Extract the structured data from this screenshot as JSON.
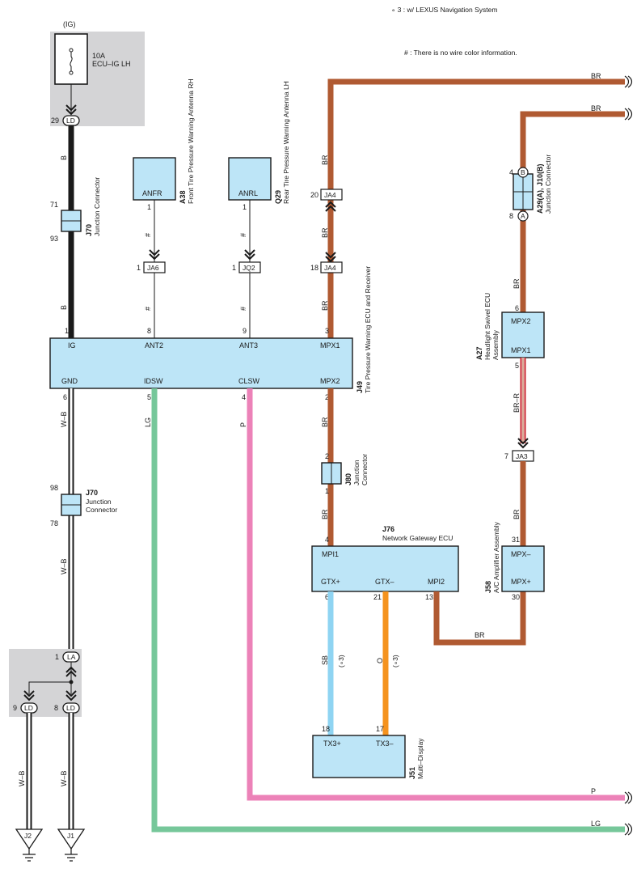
{
  "notes": {
    "note1": "∘ 3 : w/ LEXUS Navigation System",
    "note2": "# : There is no wire color information."
  },
  "fuse": {
    "supply": "(IG)",
    "rating": "10A",
    "name": "ECU–IG LH",
    "pin": "29",
    "connector": "LD"
  },
  "components": {
    "a38": {
      "code": "A38",
      "name": "Front Tire Pressure Warning Antenna RH",
      "terminal": "ANFR",
      "pin": "1"
    },
    "q29": {
      "code": "Q29",
      "name": "Rear Tire Pressure Warning Antenna LH",
      "terminal": "ANRL",
      "pin": "1"
    },
    "j70_top": {
      "code": "J70",
      "name": "Junction Connector",
      "pin_a": "71",
      "pin_b": "93"
    },
    "j70_bottom": {
      "code": "J70",
      "name1": "Junction",
      "name2": "Connector",
      "pin_a": "98",
      "pin_b": "78"
    },
    "j49": {
      "code": "J49",
      "name": "Tire Pressure Warning ECU and Receiver",
      "top_pins": [
        {
          "num": "1",
          "label": "IG"
        },
        {
          "num": "8",
          "label": "ANT2"
        },
        {
          "num": "9",
          "label": "ANT3"
        },
        {
          "num": "3",
          "label": "MPX1"
        }
      ],
      "bottom_pins": [
        {
          "num": "6",
          "label": "GND"
        },
        {
          "num": "5",
          "label": "IDSW"
        },
        {
          "num": "4",
          "label": "CLSW"
        },
        {
          "num": "2",
          "label": "MPX2"
        }
      ]
    },
    "j80": {
      "code": "J80",
      "name1": "Junction",
      "name2": "Connector",
      "pin_a": "2",
      "pin_b": "1"
    },
    "j76": {
      "code": "J76",
      "name": "Network Gateway ECU",
      "in_pin": "4",
      "in_label": "MPI1",
      "pins": [
        {
          "num": "6",
          "label": "GTX+"
        },
        {
          "num": "21",
          "label": "GTX–"
        },
        {
          "num": "13",
          "label": "MPI2"
        }
      ]
    },
    "j51": {
      "code": "J51",
      "name": "Multi–Display",
      "pins": [
        {
          "num": "18",
          "label": "TX3+"
        },
        {
          "num": "17",
          "label": "TX3–"
        }
      ]
    },
    "a29": {
      "code": "A29(A), J10(B)",
      "name": "Junction Connector",
      "pin_b": "4",
      "pin_a": "8",
      "letter_b": "B",
      "letter_a": "A"
    },
    "a27": {
      "code": "A27",
      "name1": "Headlight Swivel ECU",
      "name2": "Assembly",
      "pin_top": "6",
      "label_top": "MPX2",
      "pin_bottom": "5",
      "label_bottom": "MPX1"
    },
    "j58": {
      "code": "J58",
      "name": "A/C Amplifier Assembly",
      "pin_top": "31",
      "label_top": "MPX–",
      "pin_bottom": "30",
      "label_bottom": "MPX+"
    }
  },
  "connectors": {
    "ja6": {
      "name": "JA6",
      "pin": "1"
    },
    "jq2": {
      "name": "JQ2",
      "pin": "1"
    },
    "ja4_top": {
      "name": "JA4",
      "pin": "20"
    },
    "ja4_bottom": {
      "name": "JA4",
      "pin": "18"
    },
    "ja3": {
      "name": "JA3",
      "pin": "7"
    }
  },
  "splice": {
    "in_pin": "1",
    "in_name": "LA",
    "out_left_pin": "9",
    "out_left_name": "LD",
    "out_right_pin": "8",
    "out_right_name": "LD"
  },
  "grounds": [
    {
      "name": "J2"
    },
    {
      "name": "J1"
    }
  ],
  "wire_labels": {
    "b1": "B",
    "b2": "B",
    "wb1": "W–B",
    "wb2": "W–B",
    "wb3": "W–B",
    "wb4": "W–B",
    "hash1": "#",
    "hash2": "#",
    "hash3": "#",
    "hash4": "#",
    "lg": "LG",
    "p": "P",
    "br_ja4_top": "BR",
    "br_ja4_mid": "BR",
    "br_mpx1": "BR",
    "br_mpx2": "BR",
    "br_j80": "BR",
    "br_a29": "BR",
    "br_r": "BR–R",
    "br_j58": "BR",
    "br_bottom": "BR",
    "sb": "SB",
    "sb_note": "(∘3)",
    "o": "O",
    "o_note": "(∘3)",
    "br_edge_1": "BR",
    "br_edge_2": "BR",
    "p_edge": "P",
    "lg_edge": "LG"
  },
  "colors": {
    "black": "#1a1a1a",
    "brown": "#b05a32",
    "pink": "#ec82b8",
    "green": "#76c79a",
    "lightblue": "#8fd4f2",
    "orange": "#f5931e",
    "red": "#c8262e",
    "box_fill": "#bde5f7",
    "shade": "#d4d4d6"
  }
}
